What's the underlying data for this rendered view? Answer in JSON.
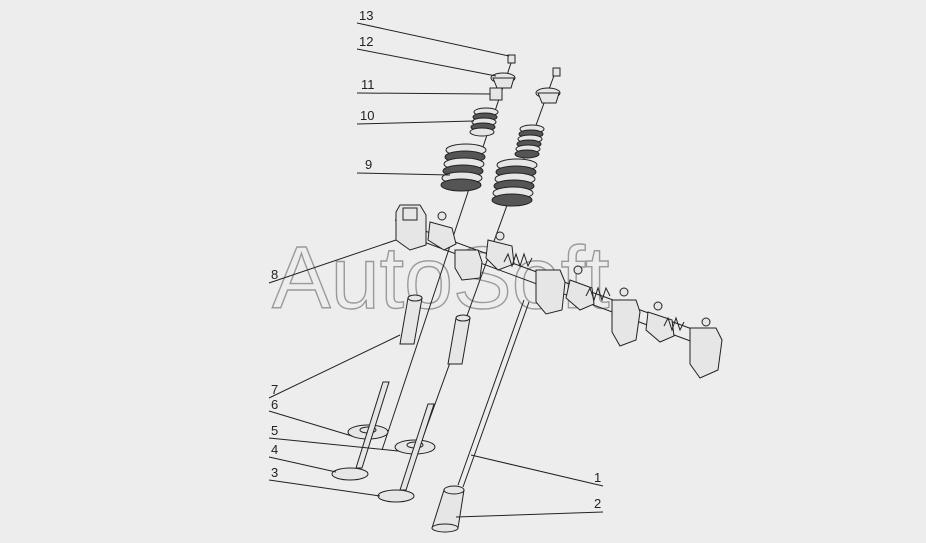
{
  "watermark": "AutoSoft",
  "callouts": [
    "13",
    "12",
    "11",
    "10",
    "9",
    "8",
    "7",
    "6",
    "5",
    "4",
    "3",
    "1",
    "2"
  ]
}
